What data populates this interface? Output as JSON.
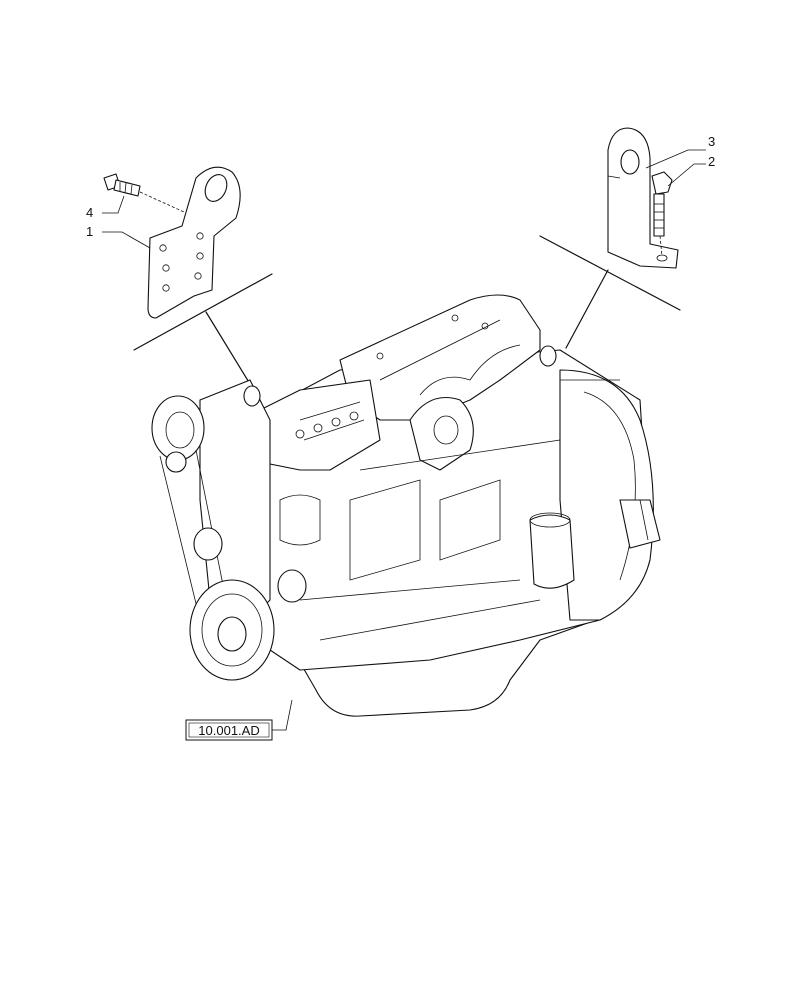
{
  "callouts": {
    "c1": "1",
    "c2": "2",
    "c3": "3",
    "c4": "4"
  },
  "reference_label": "10.001.AD"
}
